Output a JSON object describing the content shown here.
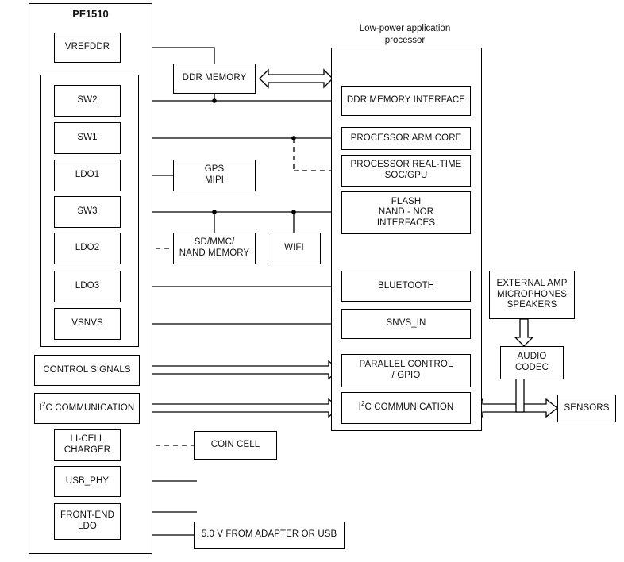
{
  "diagram": {
    "title": "PF1510 power management reference block diagram",
    "pmic_title": "PF1510",
    "processor_caption": "Low-power application\nprocessor",
    "processor_caption_line1": "Low-power application",
    "processor_caption_line2": "processor",
    "colors": {
      "stroke": "#000000",
      "background": "#ffffff",
      "text": "#111111"
    }
  },
  "pmic_rails": [
    {
      "id": "vrefddr",
      "label": "VREFDDR"
    },
    {
      "id": "sw2",
      "label": "SW2"
    },
    {
      "id": "sw1",
      "label": "SW1"
    },
    {
      "id": "ldo1",
      "label": "LDO1"
    },
    {
      "id": "sw3",
      "label": "SW3"
    },
    {
      "id": "ldo2",
      "label": "LDO2"
    },
    {
      "id": "ldo3",
      "label": "LDO3"
    },
    {
      "id": "vsnvs",
      "label": "VSNVS"
    }
  ],
  "pmic_interfaces": [
    {
      "id": "control-signals",
      "label": "CONTROL SIGNALS"
    },
    {
      "id": "i2c-communication",
      "label_pre": "I",
      "label_sup": "2",
      "label_post": "C COMMUNICATION"
    },
    {
      "id": "li-cell-charger",
      "label": "LI-CELL\nCHARGER",
      "line1": "LI-CELL",
      "line2": "CHARGER"
    },
    {
      "id": "usb-phy",
      "label": "USB_PHY"
    },
    {
      "id": "front-end-ldo",
      "label": "FRONT-END\nLDO",
      "line1": "FRONT-END",
      "line2": "LDO"
    }
  ],
  "middle_blocks": [
    {
      "id": "ddr-memory",
      "label": "DDR MEMORY"
    },
    {
      "id": "gps-mipi",
      "line1": "GPS",
      "line2": "MIPI"
    },
    {
      "id": "sd-mmc-nand-memory",
      "line1": "SD/MMC/",
      "line2": "NAND MEMORY"
    },
    {
      "id": "wifi",
      "label": "WIFI"
    },
    {
      "id": "coin-cell",
      "label": "COIN CELL"
    },
    {
      "id": "adapter-supply",
      "label": "5.0 V FROM ADAPTER OR USB"
    }
  ],
  "processor_blocks": [
    {
      "id": "ddr-memory-interface",
      "label": "DDR MEMORY INTERFACE"
    },
    {
      "id": "processor-arm-core",
      "label": "PROCESSOR ARM CORE"
    },
    {
      "id": "processor-real-time-soc-gpu",
      "line1": "PROCESSOR REAL-TIME",
      "line2": "SOC/GPU"
    },
    {
      "id": "flash-nand-nor-interfaces",
      "line1": "FLASH",
      "line2": "NAND - NOR",
      "line3": "INTERFACES"
    },
    {
      "id": "bluetooth",
      "label": "BLUETOOTH"
    },
    {
      "id": "snvs-in",
      "label": "SNVS_IN"
    },
    {
      "id": "parallel-control-gpio",
      "line1": "PARALLEL CONTROL",
      "line2": "/ GPIO"
    },
    {
      "id": "processor-i2c-communication",
      "label_pre": "I",
      "label_sup": "2",
      "label_post": "C COMMUNICATION"
    }
  ],
  "peripheral_blocks": [
    {
      "id": "external-amp",
      "line1": "EXTERNAL AMP",
      "line2": "MICROPHONES",
      "line3": "SPEAKERS"
    },
    {
      "id": "audio-codec",
      "line1": "AUDIO",
      "line2": "CODEC"
    },
    {
      "id": "sensors",
      "label": "SENSORS"
    }
  ]
}
